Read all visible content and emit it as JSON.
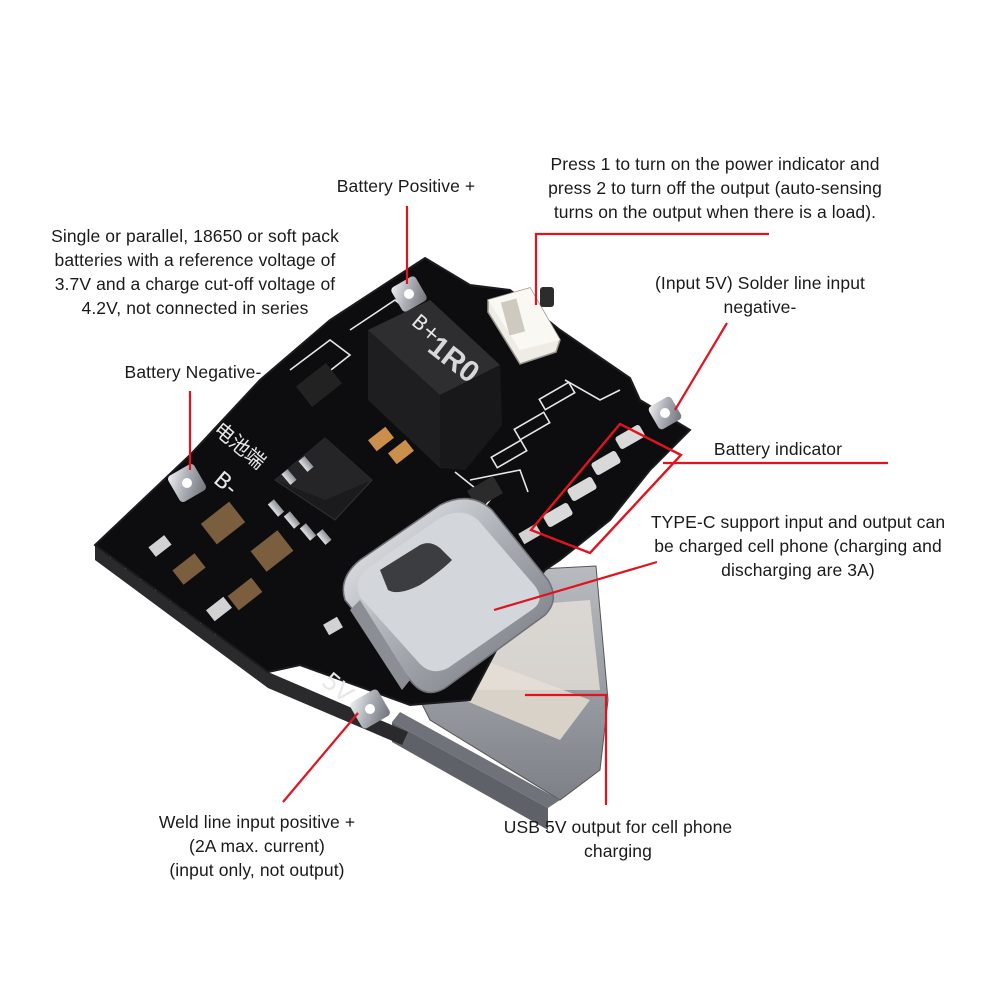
{
  "annotations": {
    "battery_positive": [
      "Battery Positive +"
    ],
    "battery_spec": [
      "Single or parallel, 18650 or soft pack",
      "batteries with a reference voltage of",
      "3.7V and a charge cut-off voltage of",
      "4.2V, not connected in series"
    ],
    "press_button": [
      "Press 1 to turn on the power indicator and",
      "press 2 to turn off the output (auto-sensing",
      "turns on the output when there is a load)."
    ],
    "input_negative": [
      "(Input 5V) Solder line input",
      "negative-"
    ],
    "battery_negative": [
      "Battery Negative-"
    ],
    "battery_indicator": [
      "Battery indicator"
    ],
    "type_c": [
      "TYPE-C support input and output can",
      "be charged cell phone (charging and",
      "discharging are 3A)"
    ],
    "weld_positive": [
      "Weld line input positive +",
      "(2A max. current)",
      "(input only, not output)"
    ],
    "usb_output": [
      "USB 5V output for cell phone",
      "charging"
    ]
  },
  "board_marks": {
    "inductor": "1R0",
    "pad_b_minus": "B-",
    "pad_b_plus": "B+",
    "pad_5v": "5V",
    "chinese_label": "电池端"
  },
  "colors": {
    "leader": "#e0141e",
    "pcb": "#0d0d0f",
    "silver": "#c9ccd1",
    "text": "#1a1a1a"
  }
}
